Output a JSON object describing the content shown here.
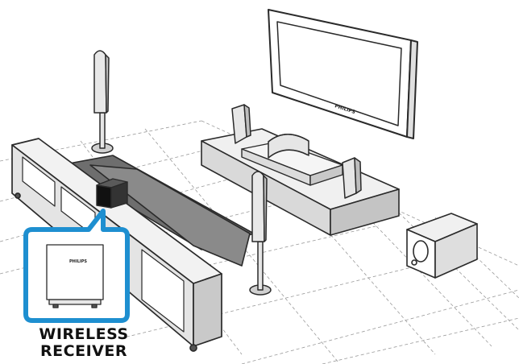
{
  "tv": {
    "brand": "PHILIPS"
  },
  "receiver": {
    "brand": "PHILIPS"
  },
  "callout": {
    "line1": "WIRELESS",
    "line2": "RECEIVER"
  },
  "colors": {
    "callout_border": "#1e8fd0",
    "outline": "#2a2a2a",
    "floor_grid": "#9a9a9a",
    "sofa": "#6e6e6e"
  }
}
